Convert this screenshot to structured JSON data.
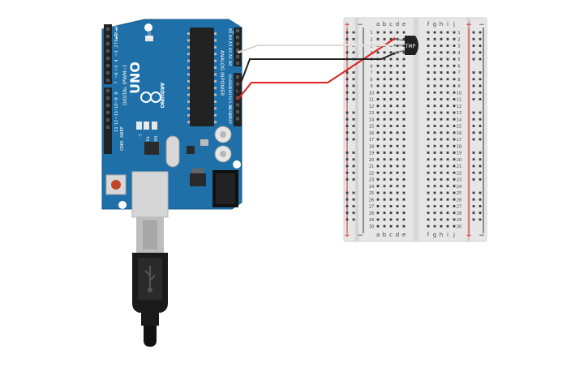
{
  "arduino": {
    "model": "UNO",
    "brand": "ARDUINO",
    "digital_header": "DIGITAL (PWM~)",
    "power_header": "POWER",
    "analog_header": "ANALOG IN",
    "on_label": "ON",
    "aref": "AREF",
    "gnd": "GND",
    "digital_pins": [
      "RX◄0",
      "TX►1",
      "2",
      "~3",
      "4",
      "~5",
      "~6",
      "7",
      "8",
      "~9",
      "~10",
      "~11",
      "12",
      "13"
    ],
    "power_pins": [
      "IOREF",
      "RESET",
      "3.3V",
      "5V",
      "GND",
      "GND",
      "Vin"
    ],
    "analog_pins": [
      "A0",
      "A1",
      "A2",
      "A3",
      "A4",
      "A5"
    ],
    "tx_label": "TX",
    "rx_label": "RX",
    "l_label": "L"
  },
  "breadboard": {
    "columns_left": [
      "a",
      "b",
      "c",
      "d",
      "e"
    ],
    "columns_right": [
      "f",
      "g",
      "h",
      "i",
      "j"
    ],
    "row_count": 30,
    "plus": "+",
    "minus": "−"
  },
  "sensor": {
    "label": "TMP"
  },
  "colors": {
    "board_blue": "#1f6fa8",
    "wire_red": "#e0201c",
    "wire_black": "#222222",
    "wire_white": "#f2f2f2"
  }
}
